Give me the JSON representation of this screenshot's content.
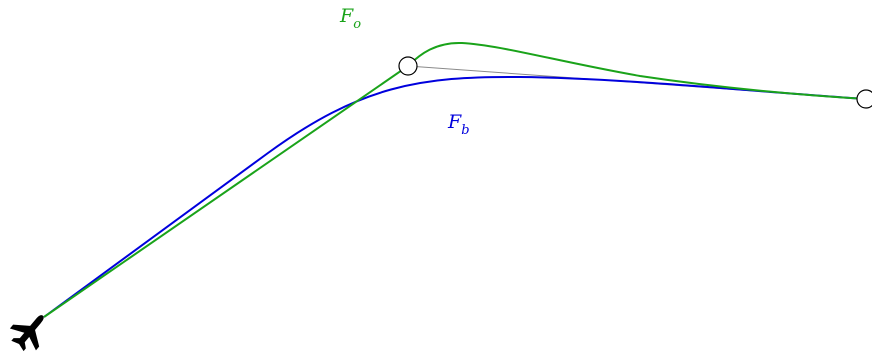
{
  "labels": {
    "flown_path": {
      "main": "F",
      "sub": "o"
    },
    "bypass_path": {
      "main": "F",
      "sub": "b"
    }
  },
  "colors": {
    "flown_path": "#1aa31a",
    "bypass_path": "#0000dd",
    "leg": "#8a8a8a",
    "waypoint_fill": "#ffffff",
    "waypoint_stroke": "#000000",
    "aircraft": "#000000"
  },
  "icons": {
    "aircraft": "airplane-icon",
    "waypoint": "waypoint-circle"
  }
}
